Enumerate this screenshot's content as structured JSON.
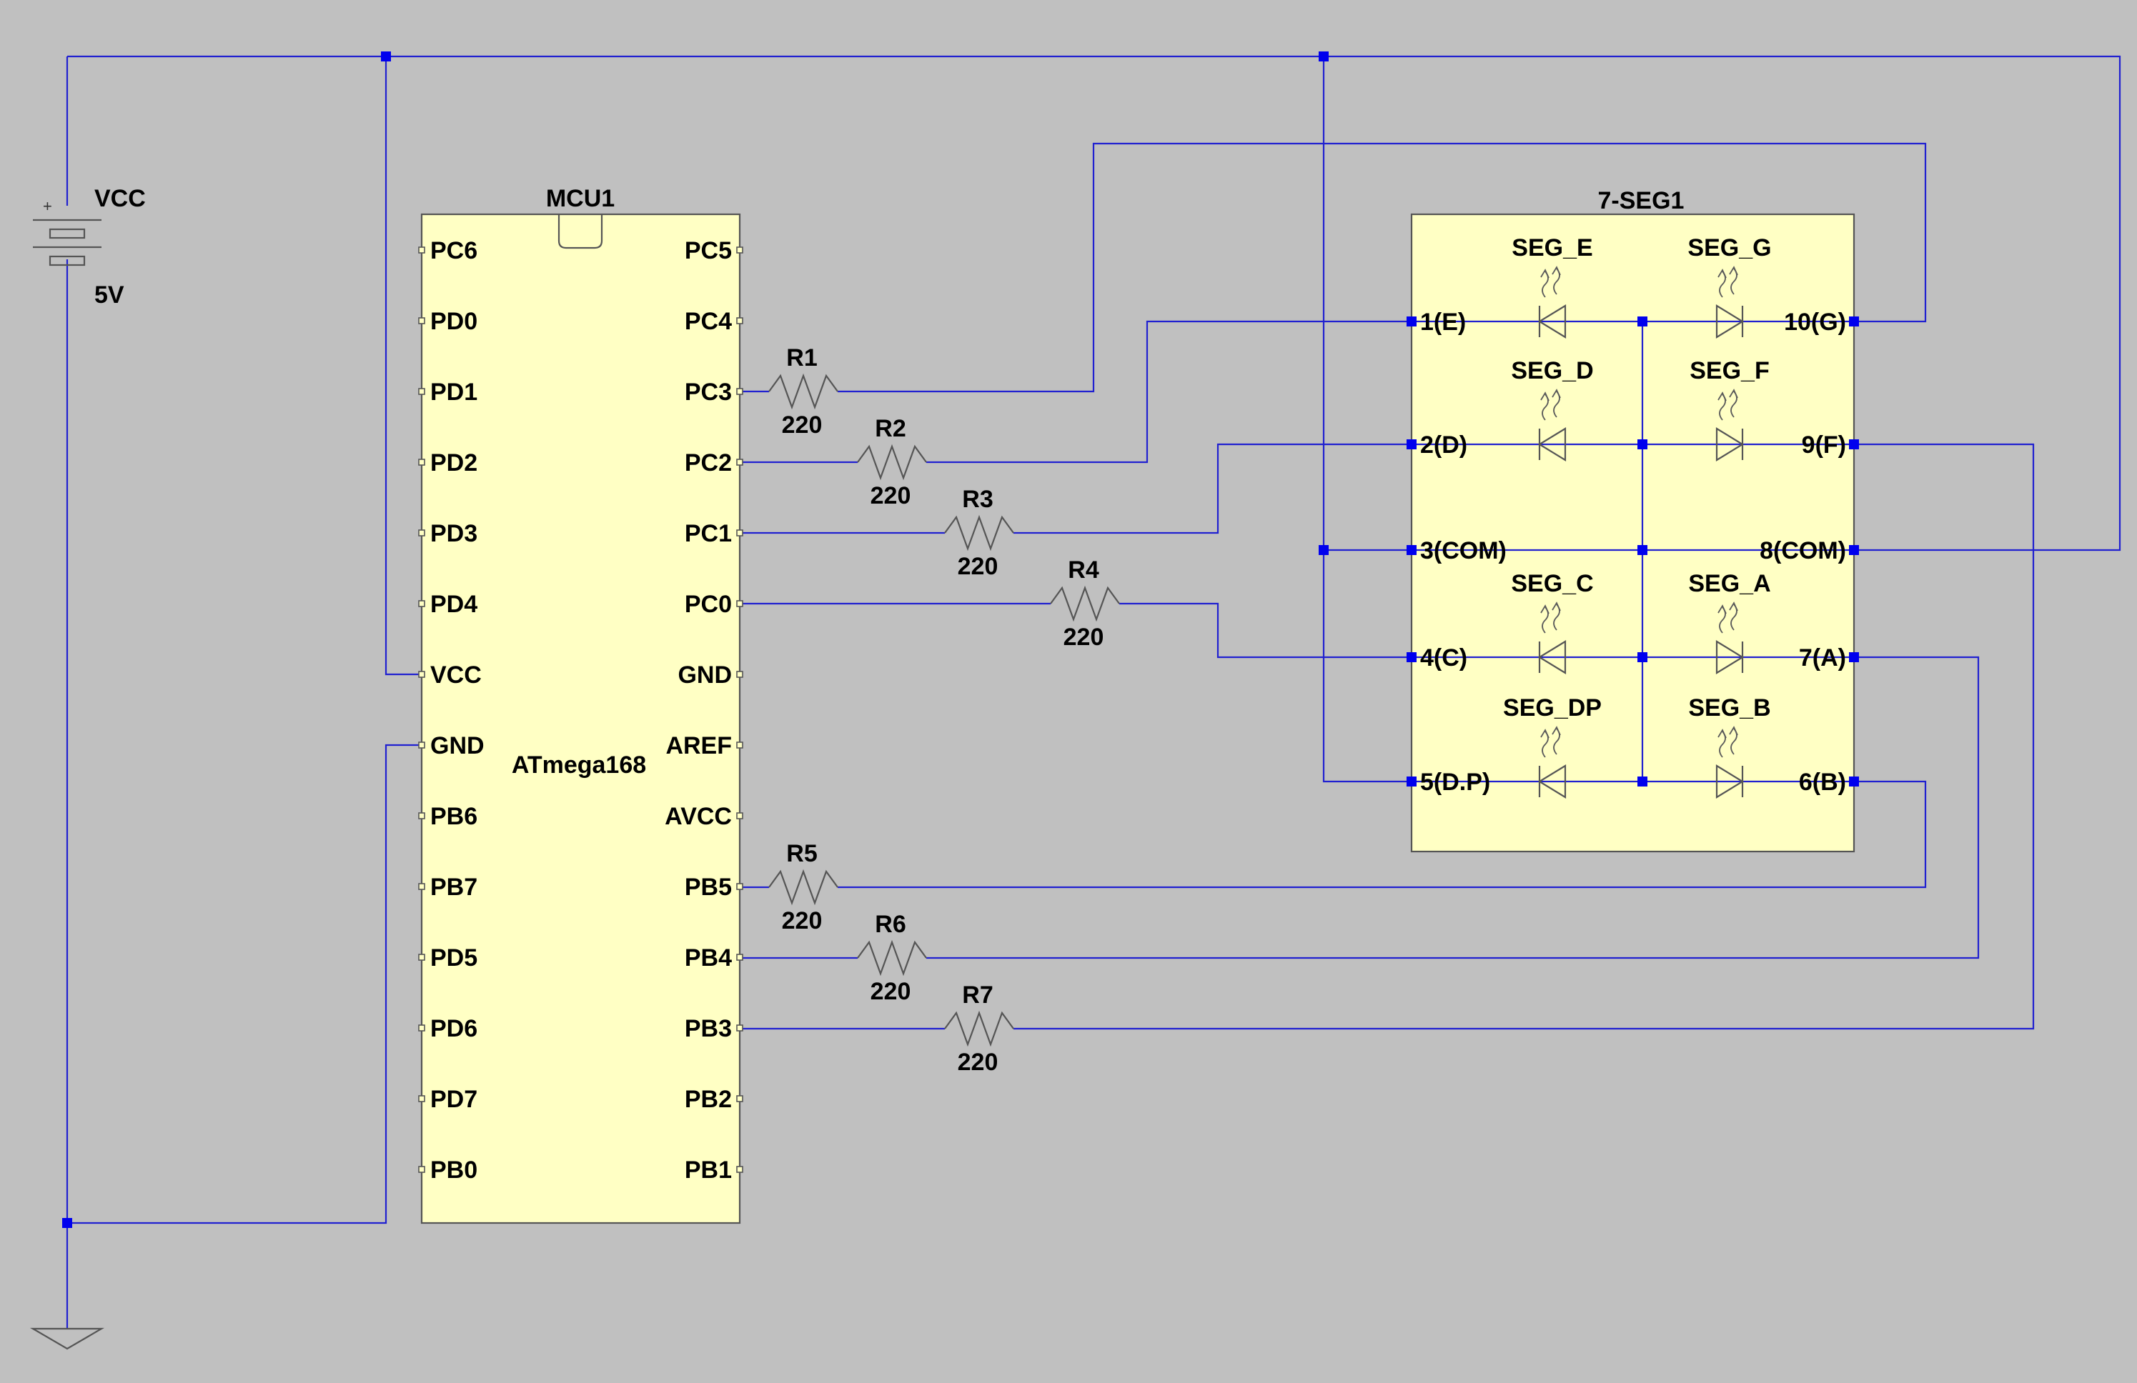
{
  "battery": {
    "name": "VCC",
    "value": "5V",
    "plus": "+"
  },
  "mcu": {
    "name": "MCU1",
    "part": "ATmega168",
    "left_pins": [
      "PC6",
      "PD0",
      "PD1",
      "PD2",
      "PD3",
      "PD4",
      "VCC",
      "GND",
      "PB6",
      "PB7",
      "PD5",
      "PD6",
      "PD7",
      "PB0"
    ],
    "right_pins": [
      "PC5",
      "PC4",
      "PC3",
      "PC2",
      "PC1",
      "PC0",
      "GND",
      "AREF",
      "AVCC",
      "PB5",
      "PB4",
      "PB3",
      "PB2",
      "PB1"
    ]
  },
  "resistors": [
    {
      "name": "R1",
      "value": "220"
    },
    {
      "name": "R2",
      "value": "220"
    },
    {
      "name": "R3",
      "value": "220"
    },
    {
      "name": "R4",
      "value": "220"
    },
    {
      "name": "R5",
      "value": "220"
    },
    {
      "name": "R6",
      "value": "220"
    },
    {
      "name": "R7",
      "value": "220"
    }
  ],
  "display": {
    "name": "7-SEG1",
    "left_pins": [
      "1(E)",
      "2(D)",
      "3(COM)",
      "4(C)",
      "5(D.P)"
    ],
    "right_pins": [
      "10(G)",
      "9(F)",
      "8(COM)",
      "7(A)",
      "6(B)"
    ],
    "segments_left": [
      "SEG_E",
      "SEG_D",
      "SEG_C",
      "SEG_DP"
    ],
    "segments_right": [
      "SEG_G",
      "SEG_F",
      "SEG_A",
      "SEG_B"
    ]
  },
  "colors": {
    "wire": "#2020d0",
    "junction": "#0000ee",
    "body": "#ffffc4",
    "background": "#c0c0c0"
  },
  "icons": [
    "battery-icon",
    "ground-icon",
    "resistor-icon",
    "led-icon"
  ]
}
